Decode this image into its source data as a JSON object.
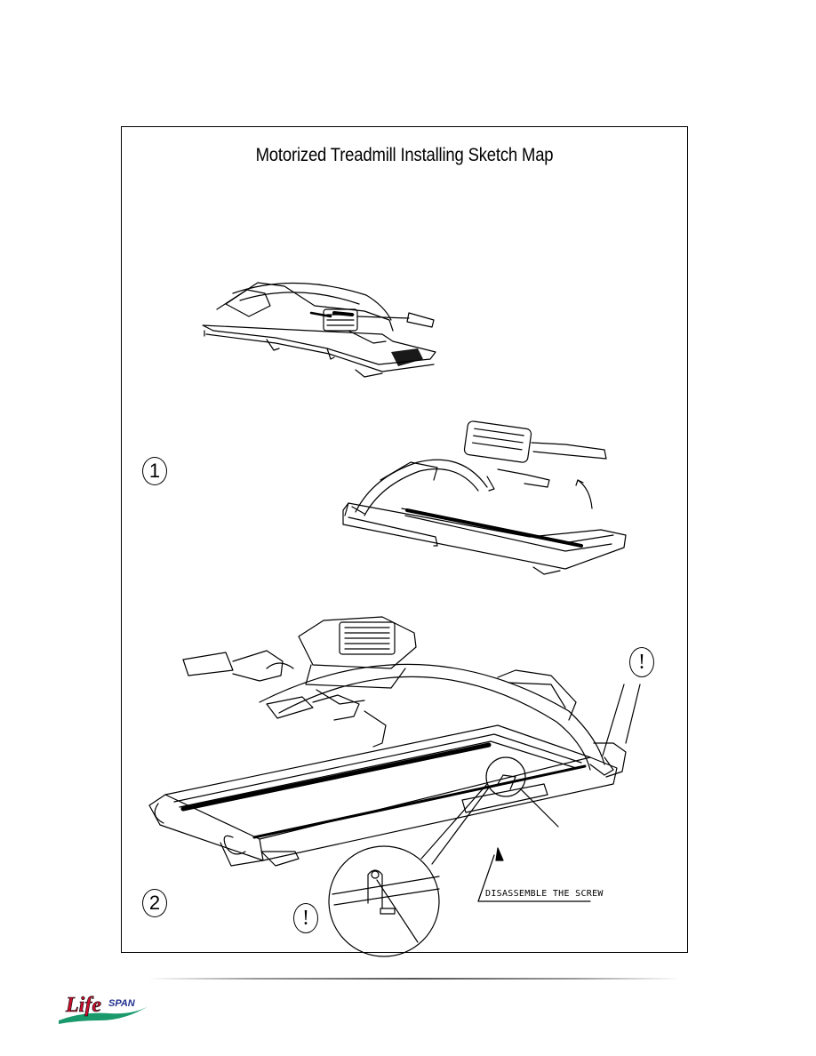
{
  "sheet": {
    "title": "Motorized Treadmill Installing Sketch Map"
  },
  "steps": [
    {
      "number": "1"
    },
    {
      "number": "2"
    }
  ],
  "warnings": [
    {
      "symbol": "!"
    },
    {
      "symbol": "!"
    }
  ],
  "callout": {
    "text": "DISASSEMBLE THE SCREW"
  },
  "brand": {
    "logo_text": "LifeSPAN",
    "colors": {
      "primary": "#c8102e",
      "accent": "#1a9a6c"
    }
  }
}
